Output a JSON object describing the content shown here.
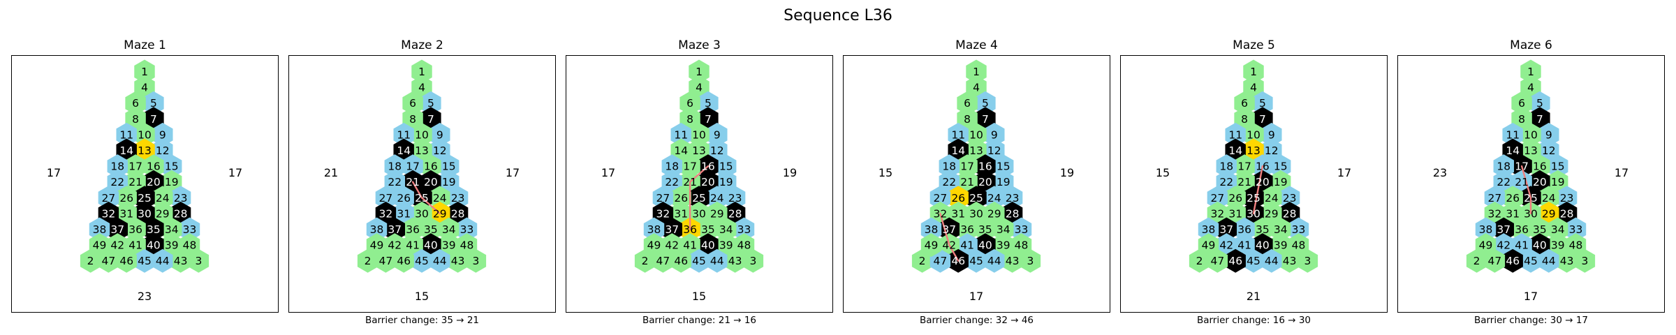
{
  "title": "Sequence L36",
  "colors": {
    "green": "#90EE90",
    "blue": "#87CEEB",
    "black": "#000000",
    "gold": "#FFD700",
    "path": "#F08080"
  },
  "layout": {
    "rows": [
      [
        1
      ],
      [
        4
      ],
      [
        6,
        5
      ],
      [
        8,
        7
      ],
      [
        11,
        10,
        9
      ],
      [
        14,
        13,
        12
      ],
      [
        18,
        17,
        16,
        15
      ],
      [
        22,
        21,
        20,
        19
      ],
      [
        27,
        26,
        25,
        24,
        23
      ],
      [
        32,
        31,
        30,
        29,
        28
      ],
      [
        38,
        37,
        36,
        35,
        34,
        33
      ],
      [
        49,
        42,
        41,
        40,
        39,
        48
      ],
      [
        2,
        47,
        46,
        45,
        44,
        43,
        3
      ]
    ]
  },
  "mazes": [
    {
      "title": "Maze 1",
      "caption": "",
      "left": "17",
      "right": "17",
      "bottom": "23",
      "blue": [
        5,
        9,
        11,
        12,
        15,
        18,
        22,
        23,
        27,
        33,
        38,
        44,
        45
      ],
      "black": [
        7,
        14,
        20,
        25,
        28,
        30,
        32,
        35,
        37,
        40
      ],
      "gold": [
        13
      ],
      "path": []
    },
    {
      "title": "Maze 2",
      "caption": "Barrier change: 35 → 21",
      "left": "21",
      "right": "17",
      "bottom": "15",
      "blue": [
        5,
        9,
        11,
        12,
        15,
        18,
        22,
        23,
        27,
        33,
        38,
        44,
        45,
        17,
        26,
        31,
        19
      ],
      "black": [
        7,
        14,
        20,
        21,
        25,
        28,
        32,
        37,
        40
      ],
      "gold": [
        29
      ],
      "path": [
        21,
        25,
        29
      ]
    },
    {
      "title": "Maze 3",
      "caption": "Barrier change: 21 → 16",
      "left": "17",
      "right": "19",
      "bottom": "15",
      "blue": [
        5,
        9,
        11,
        12,
        15,
        18,
        22,
        23,
        27,
        33,
        38,
        44,
        45,
        24,
        19
      ],
      "black": [
        7,
        16,
        20,
        25,
        28,
        32,
        37,
        40
      ],
      "gold": [
        36
      ],
      "path": [
        36,
        21,
        16
      ]
    },
    {
      "title": "Maze 4",
      "caption": "Barrier change: 32 → 46",
      "left": "15",
      "right": "19",
      "bottom": "17",
      "blue": [
        5,
        9,
        11,
        12,
        15,
        18,
        22,
        23,
        27,
        33,
        38,
        44,
        45,
        24,
        19,
        41,
        47
      ],
      "black": [
        7,
        14,
        16,
        20,
        25,
        28,
        37,
        40,
        46
      ],
      "gold": [
        26
      ],
      "path": [
        32,
        42,
        46
      ]
    },
    {
      "title": "Maze 5",
      "caption": "Barrier change: 16 → 30",
      "left": "15",
      "right": "17",
      "bottom": "21",
      "blue": [
        5,
        9,
        11,
        12,
        15,
        18,
        22,
        23,
        27,
        33,
        38,
        44,
        45,
        36,
        41,
        42,
        16
      ],
      "black": [
        7,
        14,
        20,
        25,
        28,
        30,
        37,
        40,
        46
      ],
      "gold": [
        13
      ],
      "path": [
        16,
        30
      ]
    },
    {
      "title": "Maze 6",
      "caption": "Barrier change: 30 → 17",
      "left": "23",
      "right": "17",
      "bottom": "17",
      "blue": [
        5,
        9,
        11,
        12,
        15,
        18,
        22,
        23,
        27,
        33,
        38,
        44,
        45,
        21,
        41,
        42
      ],
      "black": [
        7,
        14,
        17,
        20,
        25,
        28,
        37,
        40,
        46
      ],
      "gold": [
        29
      ],
      "path": [
        17,
        25,
        30
      ]
    }
  ]
}
